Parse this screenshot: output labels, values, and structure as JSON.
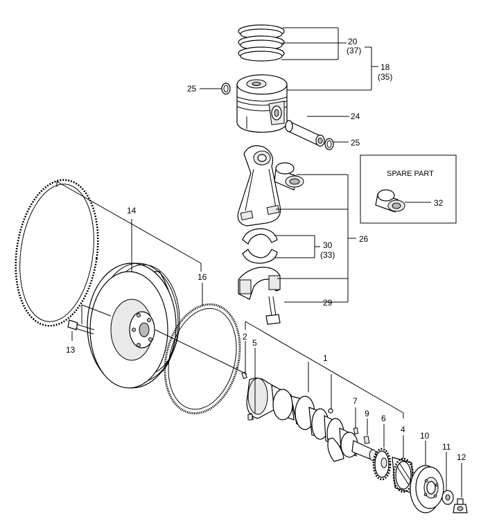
{
  "diagram": {
    "spare_part_title": "SPARE PART",
    "callouts": {
      "c1": "1",
      "c2": "2",
      "c4": "4",
      "c5": "5",
      "c6": "6",
      "c7": "7",
      "c9": "9",
      "c10": "10",
      "c11": "11",
      "c12": "12",
      "c13": "13",
      "c14": "14",
      "c16": "16",
      "c18": "18",
      "c18b": "(35)",
      "c20": "20",
      "c20b": "(37)",
      "c24": "24",
      "c25a": "25",
      "c25b": "25",
      "c26": "26",
      "c29": "29",
      "c30": "30",
      "c30b": "(33)",
      "c32": "32"
    }
  }
}
